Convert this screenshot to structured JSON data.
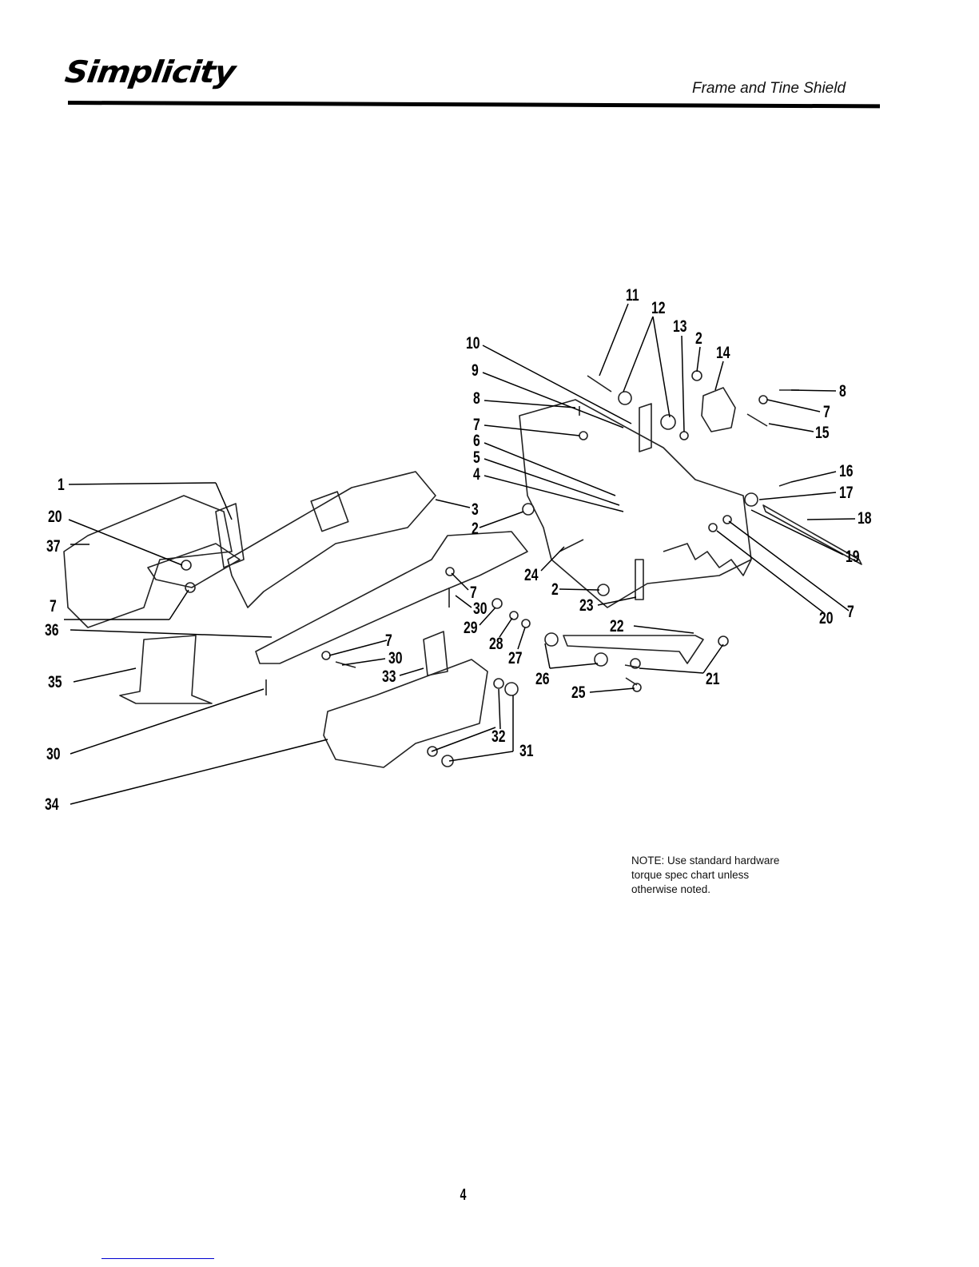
{
  "header": {
    "brand": "Simplicity",
    "section_title": "Frame and Tine Shield"
  },
  "note": {
    "line1": "NOTE: Use standard hardware",
    "line2": "torque spec chart unless",
    "line3": "otherwise noted."
  },
  "callouts": [
    "11",
    "12",
    "13",
    "2",
    "14",
    "10",
    "9",
    "8",
    "7",
    "6",
    "5",
    "4",
    "8",
    "7",
    "15",
    "16",
    "17",
    "18",
    "19",
    "20",
    "7",
    "1",
    "3",
    "2",
    "20",
    "37",
    "7",
    "36",
    "24",
    "2",
    "23",
    "7",
    "30",
    "29",
    "28",
    "27",
    "7",
    "30",
    "33",
    "22",
    "21",
    "26",
    "25",
    "35",
    "30",
    "32",
    "31",
    "34"
  ],
  "page_number": "4",
  "colors": {
    "ink": "#000000",
    "link": "#0000d0"
  }
}
